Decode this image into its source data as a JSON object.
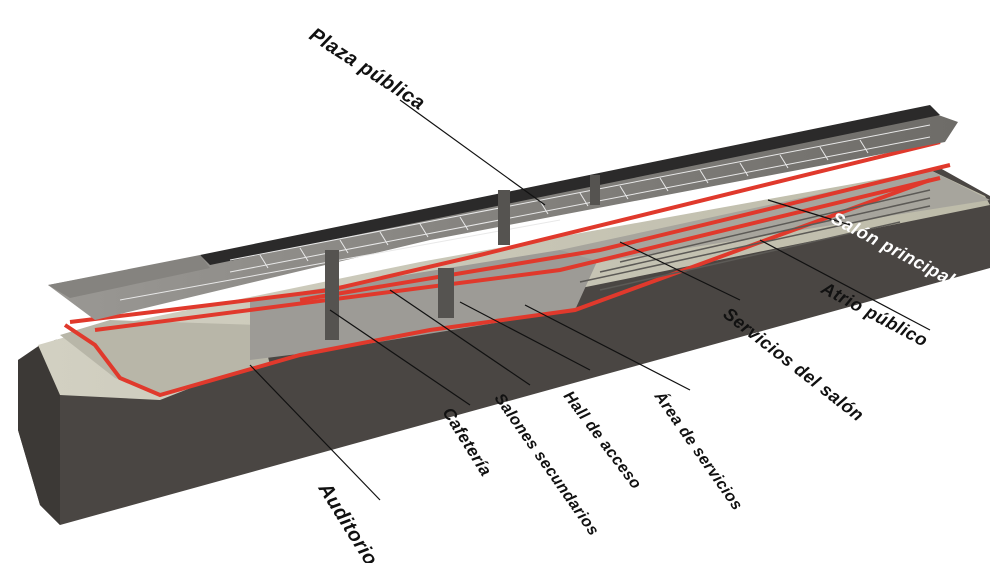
{
  "labels": {
    "plaza": "Plaza pública",
    "salon_principal": "Salón principal",
    "atrio": "Atrio público",
    "servicios_salon": "Servicios del salón",
    "area_servicios": "Área de servicios",
    "hall": "Hall de acceso",
    "salones": "Salones secundarios",
    "cafeteria": "Cafetería",
    "auditorio": "Auditorio"
  },
  "colors": {
    "section_red": "#e0392c",
    "base_dark": "#4a4643",
    "roof_dark": "#2b2a2a",
    "wall_gray": "#8e8c88",
    "floor_light": "#c9c7b8",
    "truss": "#e8e8e8"
  }
}
